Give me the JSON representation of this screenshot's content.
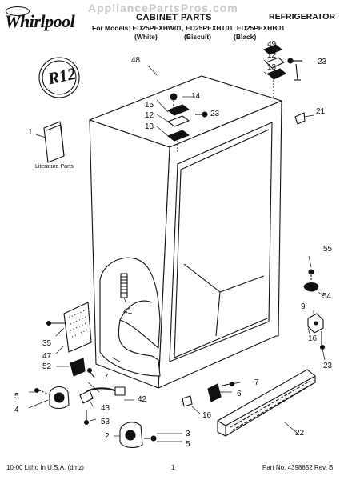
{
  "header": {
    "brand": "Whirlpool",
    "watermark": "AppliancePartsPros.com",
    "title": "CABINET PARTS",
    "category": "REFRIGERATOR",
    "models_line": "For Models: ED25PEXHW01, ED25PEXHT01, ED25PEXHB01",
    "colors": [
      "(White)",
      "(Biscuit)",
      "(Black)"
    ]
  },
  "badge": {
    "text": "R12"
  },
  "literature_label": "Literature Parts",
  "callouts": [
    {
      "id": "c1",
      "text": "1"
    },
    {
      "id": "c2",
      "text": "2"
    },
    {
      "id": "c3",
      "text": "3"
    },
    {
      "id": "c4",
      "text": "4"
    },
    {
      "id": "c5a",
      "text": "5"
    },
    {
      "id": "c5b",
      "text": "5"
    },
    {
      "id": "c6",
      "text": "6"
    },
    {
      "id": "c7a",
      "text": "7"
    },
    {
      "id": "c7b",
      "text": "7"
    },
    {
      "id": "c9",
      "text": "9"
    },
    {
      "id": "c12a",
      "text": "12"
    },
    {
      "id": "c12b",
      "text": "12"
    },
    {
      "id": "c13a",
      "text": "13"
    },
    {
      "id": "c13b",
      "text": "13"
    },
    {
      "id": "c14",
      "text": "14"
    },
    {
      "id": "c15",
      "text": "15"
    },
    {
      "id": "c16a",
      "text": "16"
    },
    {
      "id": "c16b",
      "text": "16"
    },
    {
      "id": "c21",
      "text": "21"
    },
    {
      "id": "c22",
      "text": "22"
    },
    {
      "id": "c23a",
      "text": "23"
    },
    {
      "id": "c23b",
      "text": "23"
    },
    {
      "id": "c23c",
      "text": "23"
    },
    {
      "id": "c35",
      "text": "35"
    },
    {
      "id": "c41",
      "text": "41"
    },
    {
      "id": "c42",
      "text": "42"
    },
    {
      "id": "c43",
      "text": "43"
    },
    {
      "id": "c47",
      "text": "47"
    },
    {
      "id": "c48",
      "text": "48"
    },
    {
      "id": "c49",
      "text": "49"
    },
    {
      "id": "c52",
      "text": "52"
    },
    {
      "id": "c53",
      "text": "53"
    },
    {
      "id": "c54",
      "text": "54"
    },
    {
      "id": "c55",
      "text": "55"
    }
  ],
  "footer": {
    "left": "10-00 Litho In U.S.A. (dmz)",
    "page": "1",
    "right": "Part No. 4398852 Rev. B"
  }
}
